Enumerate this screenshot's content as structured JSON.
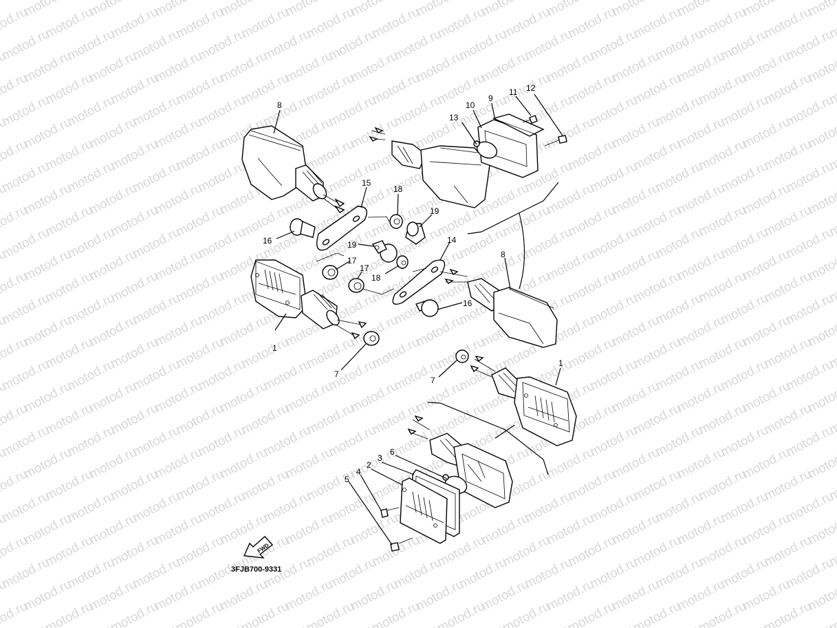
{
  "watermark": {
    "text": "motod.ru",
    "color": "#d8d8d8"
  },
  "diagram_code": "3FJB700-9331",
  "fwd_label": "FWD",
  "callouts": [
    {
      "id": "c8a",
      "number": "8"
    },
    {
      "id": "c13",
      "number": "13"
    },
    {
      "id": "c10",
      "number": "10"
    },
    {
      "id": "c9",
      "number": "9"
    },
    {
      "id": "c11",
      "number": "11"
    },
    {
      "id": "c12",
      "number": "12"
    },
    {
      "id": "c15",
      "number": "15"
    },
    {
      "id": "c18a",
      "number": "18"
    },
    {
      "id": "c19a",
      "number": "19"
    },
    {
      "id": "c16a",
      "number": "16"
    },
    {
      "id": "c19b",
      "number": "19"
    },
    {
      "id": "c14",
      "number": "14"
    },
    {
      "id": "c17a",
      "number": "17"
    },
    {
      "id": "c17b",
      "number": "17"
    },
    {
      "id": "c18b",
      "number": "18"
    },
    {
      "id": "c8b",
      "number": "8"
    },
    {
      "id": "c16b",
      "number": "16"
    },
    {
      "id": "c1a",
      "number": "1"
    },
    {
      "id": "c7a",
      "number": "7"
    },
    {
      "id": "c7b",
      "number": "7"
    },
    {
      "id": "c1b",
      "number": "1"
    },
    {
      "id": "c6",
      "number": "6"
    },
    {
      "id": "c3",
      "number": "3"
    },
    {
      "id": "c2",
      "number": "2"
    },
    {
      "id": "c4",
      "number": "4"
    },
    {
      "id": "c5",
      "number": "5"
    }
  ]
}
